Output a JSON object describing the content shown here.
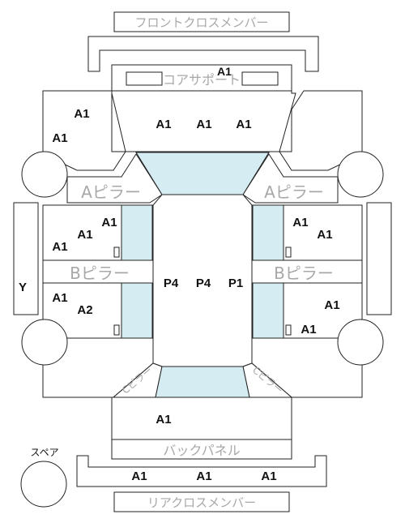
{
  "labels": {
    "front_cross_member": "フロントクロスメンバー",
    "core_support": "コアサポート",
    "a_pillar_left": "Aピラー",
    "a_pillar_right": "Aピラー",
    "b_pillar_left": "Bピラー",
    "b_pillar_right": "Bピラー",
    "back_panel": "バックパネル",
    "rear_cross_member": "リアクロスメンバー",
    "spare": "スペア",
    "c_pillar_left": "Cピラー",
    "c_pillar_right": "Cピラー"
  },
  "grades": {
    "core_support_top": "A1",
    "front_left_upper": "A1",
    "front_left_lower": "A1",
    "hood_left": "A1",
    "hood_center": "A1",
    "hood_right": "A1",
    "front_door_left_top": "A1",
    "front_door_left_mid": "A1",
    "front_door_left_low": "A1",
    "front_door_right_top": "A1",
    "front_door_right_mid": "A1",
    "rear_door_left_top": "A1",
    "rear_door_left_low": "A2",
    "rear_door_right_mid": "A1",
    "rear_door_right_low": "A1",
    "roof_left": "P4",
    "roof_center": "P4",
    "roof_right": "P1",
    "side_sill_left": "Y",
    "trunk": "A1",
    "rear_bumper_left": "A1",
    "rear_bumper_center": "A1",
    "rear_bumper_right": "A1"
  },
  "colors": {
    "glass": "#d6ecf3",
    "outline": "#222222",
    "label_gray": "#a8a8a8"
  }
}
